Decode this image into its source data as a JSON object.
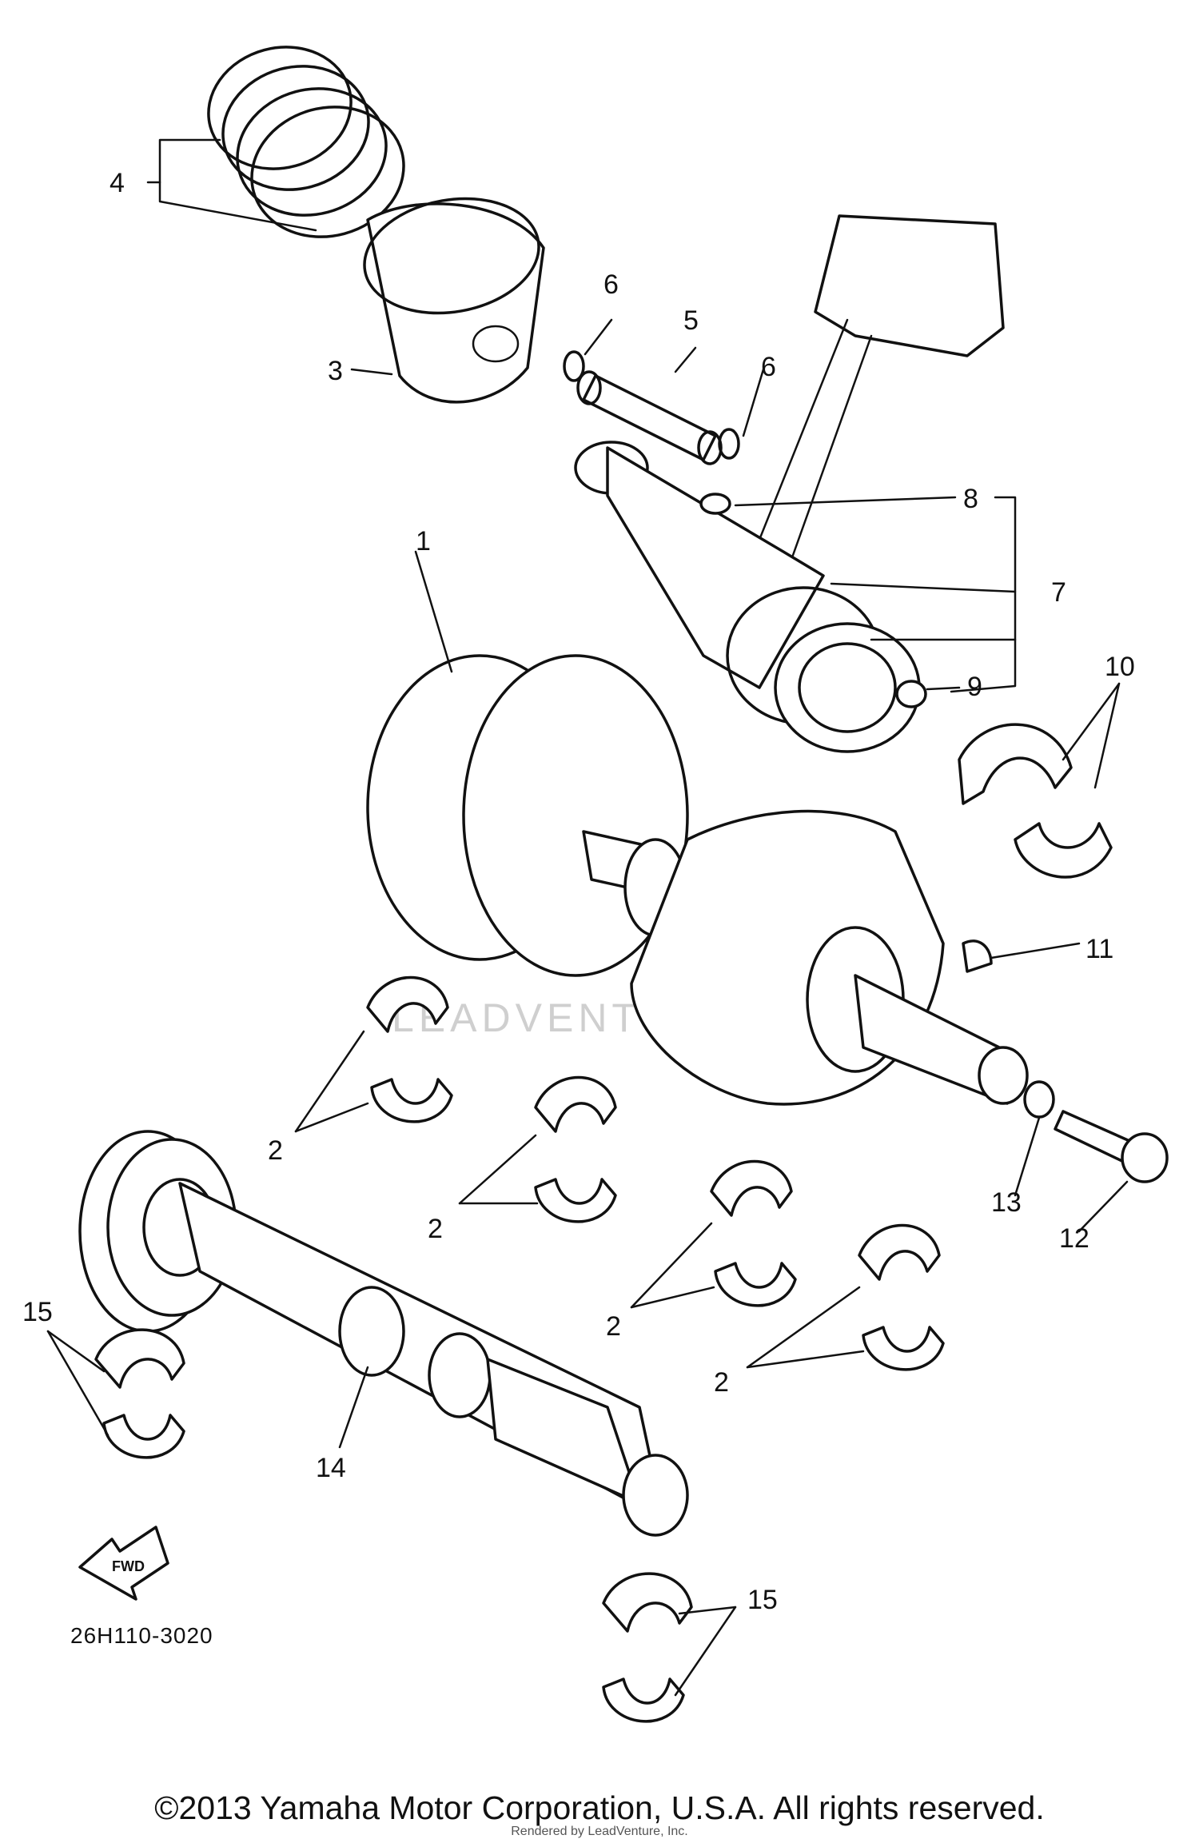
{
  "diagram": {
    "part_labels": {
      "p1": "1",
      "p2a": "2",
      "p2b": "2",
      "p2c": "2",
      "p2d": "2",
      "p3": "3",
      "p4": "4",
      "p5": "5",
      "p6a": "6",
      "p6b": "6",
      "p7": "7",
      "p8": "8",
      "p9": "9",
      "p10": "10",
      "p11": "11",
      "p12": "12",
      "p13": "13",
      "p14": "14",
      "p15a": "15",
      "p15b": "15"
    },
    "diagram_code": "26H110-3020",
    "fwd_arrow_text": "FWD",
    "watermark": "LEADVENTURE"
  },
  "footer": {
    "copyright": "©2013 Yamaha Motor Corporation, U.S.A. All rights reserved.",
    "rendered_by": "Rendered by LeadVenture, Inc."
  }
}
